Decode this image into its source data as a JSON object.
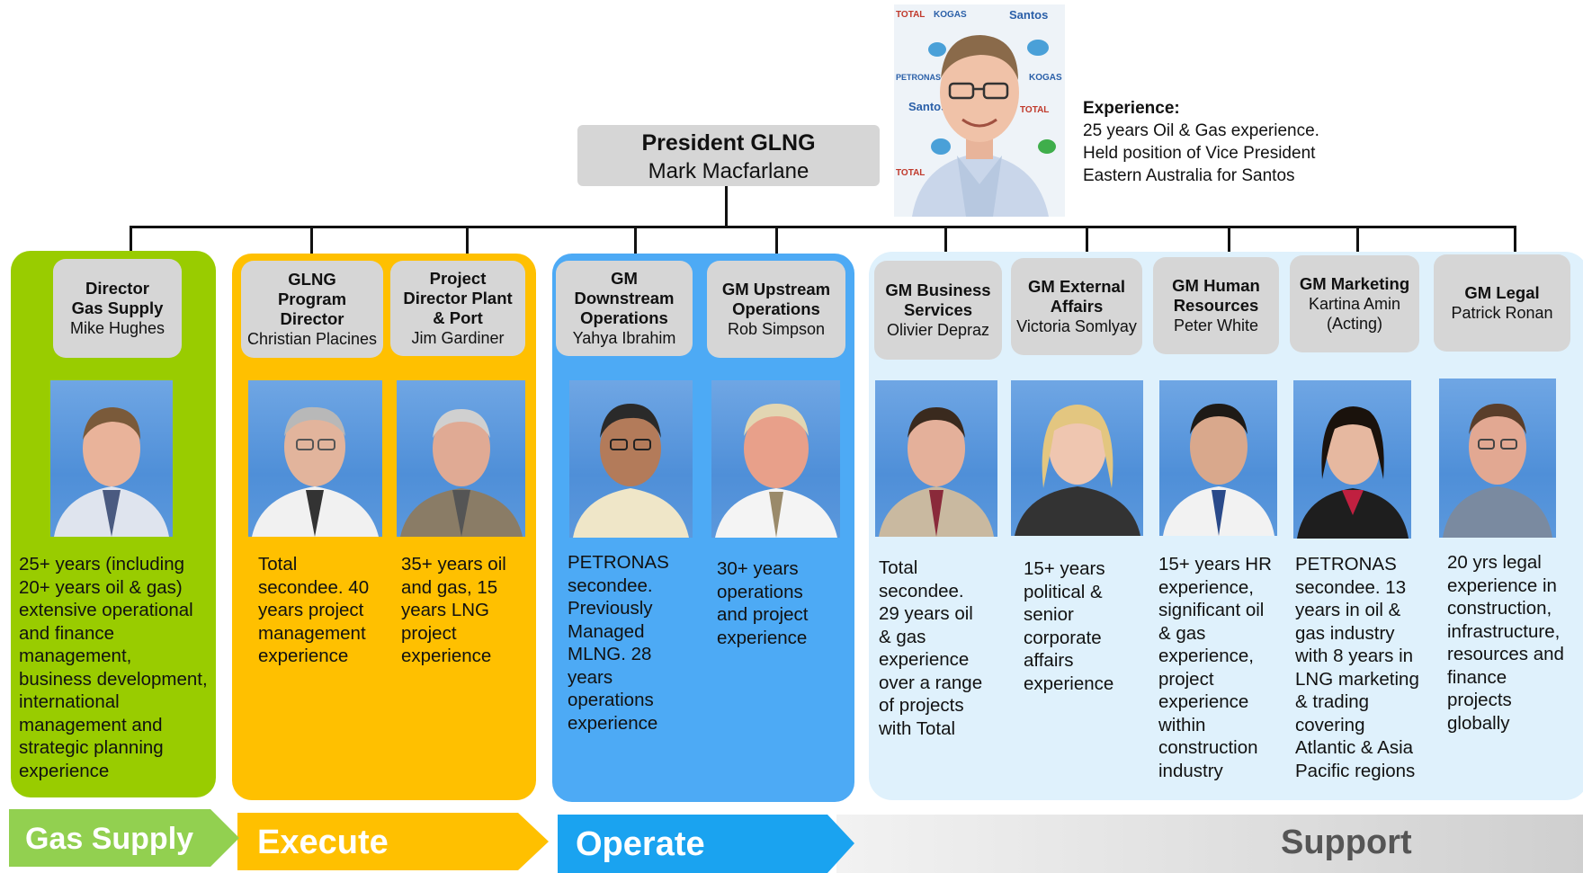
{
  "president": {
    "title": "President GLNG",
    "name": "Mark Macfarlane",
    "experience_header": "Experience:",
    "experience_lines": [
      "25 years Oil & Gas experience.",
      "Held position of Vice President",
      "Eastern Australia for Santos"
    ],
    "photo_backdrop_labels": [
      "TOTAL",
      "KOGAS",
      "Santos",
      "PETRONAS",
      "Santos",
      "TOTAL",
      "KOGAS",
      "TOTAL"
    ]
  },
  "roles": [
    {
      "id": "gas-supply-director",
      "title_lines": [
        "Director",
        "Gas Supply"
      ],
      "name": "Mike Hughes",
      "desc_lines": [
        "25+ years (including",
        "20+ years oil & gas)",
        "extensive operational",
        "and finance",
        "management,",
        "business development,",
        "international",
        "management and",
        "strategic planning",
        "experience"
      ]
    },
    {
      "id": "program-director",
      "title_lines": [
        "GLNG",
        "Program",
        "Director"
      ],
      "name": "Christian Placines",
      "desc_lines": [
        "Total",
        "secondee. 40",
        "years project",
        "management",
        "experience"
      ]
    },
    {
      "id": "project-director",
      "title_lines": [
        "Project",
        "Director Plant",
        "& Port"
      ],
      "name": "Jim Gardiner",
      "desc_lines": [
        "35+ years oil",
        "and gas, 15",
        "years LNG",
        "project",
        "experience"
      ]
    },
    {
      "id": "gm-downstream",
      "title_lines": [
        "GM",
        "Downstream",
        "Operations"
      ],
      "name": "Yahya Ibrahim",
      "desc_lines": [
        "PETRONAS",
        "secondee.",
        "Previously",
        "Managed",
        "MLNG. 28",
        "years",
        "operations",
        "experience"
      ]
    },
    {
      "id": "gm-upstream",
      "title_lines": [
        "GM Upstream",
        "Operations"
      ],
      "name": "Rob Simpson",
      "desc_lines": [
        "30+ years",
        "operations",
        "and project",
        "experience"
      ]
    },
    {
      "id": "gm-business",
      "title_lines": [
        "GM Business",
        "Services"
      ],
      "name": "Olivier Depraz",
      "desc_lines": [
        "Total",
        "secondee.",
        "29 years oil",
        "& gas",
        "experience",
        "over a range",
        "of projects",
        "with Total"
      ]
    },
    {
      "id": "gm-external",
      "title_lines": [
        "GM External",
        "Affairs"
      ],
      "name": "Victoria Somlyay",
      "desc_lines": [
        "15+ years",
        "political &",
        "senior",
        "corporate",
        "affairs",
        "experience"
      ]
    },
    {
      "id": "gm-hr",
      "title_lines": [
        "GM Human",
        "Resources"
      ],
      "name": "Peter White",
      "desc_lines": [
        "15+ years HR",
        "experience,",
        "significant oil",
        "& gas",
        "experience,",
        "project",
        "experience",
        "within",
        "construction",
        "industry"
      ]
    },
    {
      "id": "gm-marketing",
      "title_lines": [
        "GM Marketing"
      ],
      "name": "Kartina Amin",
      "name2": "(Acting)",
      "desc_lines": [
        "PETRONAS",
        "secondee. 13",
        "years in oil &",
        "gas industry",
        "with 8 years in",
        "LNG marketing",
        "& trading",
        "covering",
        "Atlantic & Asia",
        "Pacific regions"
      ]
    },
    {
      "id": "gm-legal",
      "title_lines": [
        "GM Legal"
      ],
      "name": "Patrick Ronan",
      "desc_lines": [
        "20 yrs legal",
        "experience in",
        "construction,",
        "infrastructure,",
        "resources and",
        "finance",
        "projects",
        "globally"
      ]
    }
  ],
  "phases": [
    {
      "label": "Gas Supply",
      "color": "#92d050"
    },
    {
      "label": "Execute",
      "color": "#ffc000"
    },
    {
      "label": "Operate",
      "color": "#1aa3f0"
    },
    {
      "label": "Support",
      "color": "#d9d9d9"
    }
  ],
  "colors": {
    "gas_supply_group": "#99cc00",
    "execute_group": "#ffc000",
    "operate_group": "#4daaf5",
    "support_group": "#dff1fc",
    "role_box": "#d6d6d6"
  }
}
